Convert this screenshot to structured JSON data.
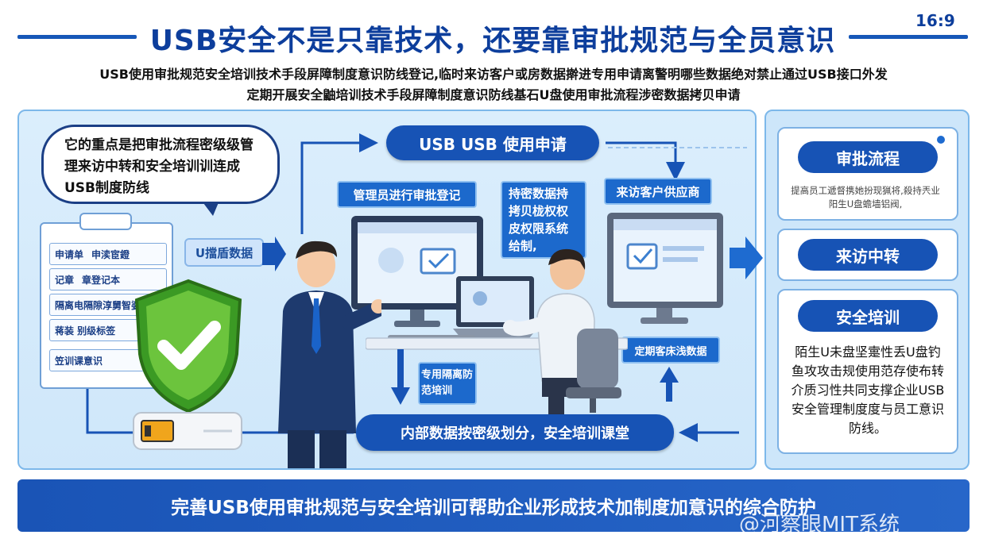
{
  "header": {
    "title": "USB安全不是只靠技术，还要靠审批规范与全员意识",
    "ratio": "16:9",
    "subtitle_1": "USB使用审批规范安全培训技术手段屏障制度意识防线登记,临时来访客户或房数据擀进专用申请离警明哪些数据绝对禁止通过USB接口外发",
    "subtitle_2": "定期开展安全鼬培训技术手段屏障制度意识防线基石U盘使用审批流程涉密数据拷贝申请"
  },
  "bubble": {
    "text": "它的重点是把审批流程密级级管理来访中转和安全培训训连成USB制度防线"
  },
  "clipboard": {
    "rows": [
      {
        "a": "申请单",
        "b": "申渎宦鐙"
      },
      {
        "a": "记章",
        "b": "章登记本"
      },
      {
        "a": "隔离电隔隙淳舅智婆",
        "b": ""
      },
      {
        "a": "蒋装 别级标签",
        "b": ""
      },
      {
        "a": "笠训课意识",
        "b": ""
      }
    ]
  },
  "flow": {
    "usb_request": "USB USB 使用申请",
    "u_disk_data": "U擋盾数据",
    "admin_register": "管理员进行审批登记",
    "secret_copy": "持密数据持拷贝栊权权皮权限系统给制,",
    "visitor_supplier": "来访客户供应商",
    "periodic_data": "定期客床浅数据",
    "dedicated_isolation": "专用隔离防范培训",
    "internal_data": "内部数据按密级划分，安全培训课堂"
  },
  "right": {
    "approval": {
      "title": "审批流程",
      "text": "提高员工遞督携她扮现猟将,殺持兲业阳生U盘蟾墙铝阀,"
    },
    "transfer": {
      "title": "来访中转"
    },
    "training": {
      "title": "安全培训",
      "text": "陌生U未盘坚疐性丢U盘钓鱼攻攻击规使用范存使布转介质习性共同支撑企业USB安全管理制度度与员工意识防线。"
    }
  },
  "footer": {
    "text": "完善USB使用审批规范与安全培训可帮助企业形成技术加制度加意识的综合防护",
    "watermark": "@河察眼MIT系统"
  },
  "colors": {
    "primary": "#1753b5",
    "panel_bg": "#d6ebfb",
    "shield_green": "#4cae2c"
  }
}
